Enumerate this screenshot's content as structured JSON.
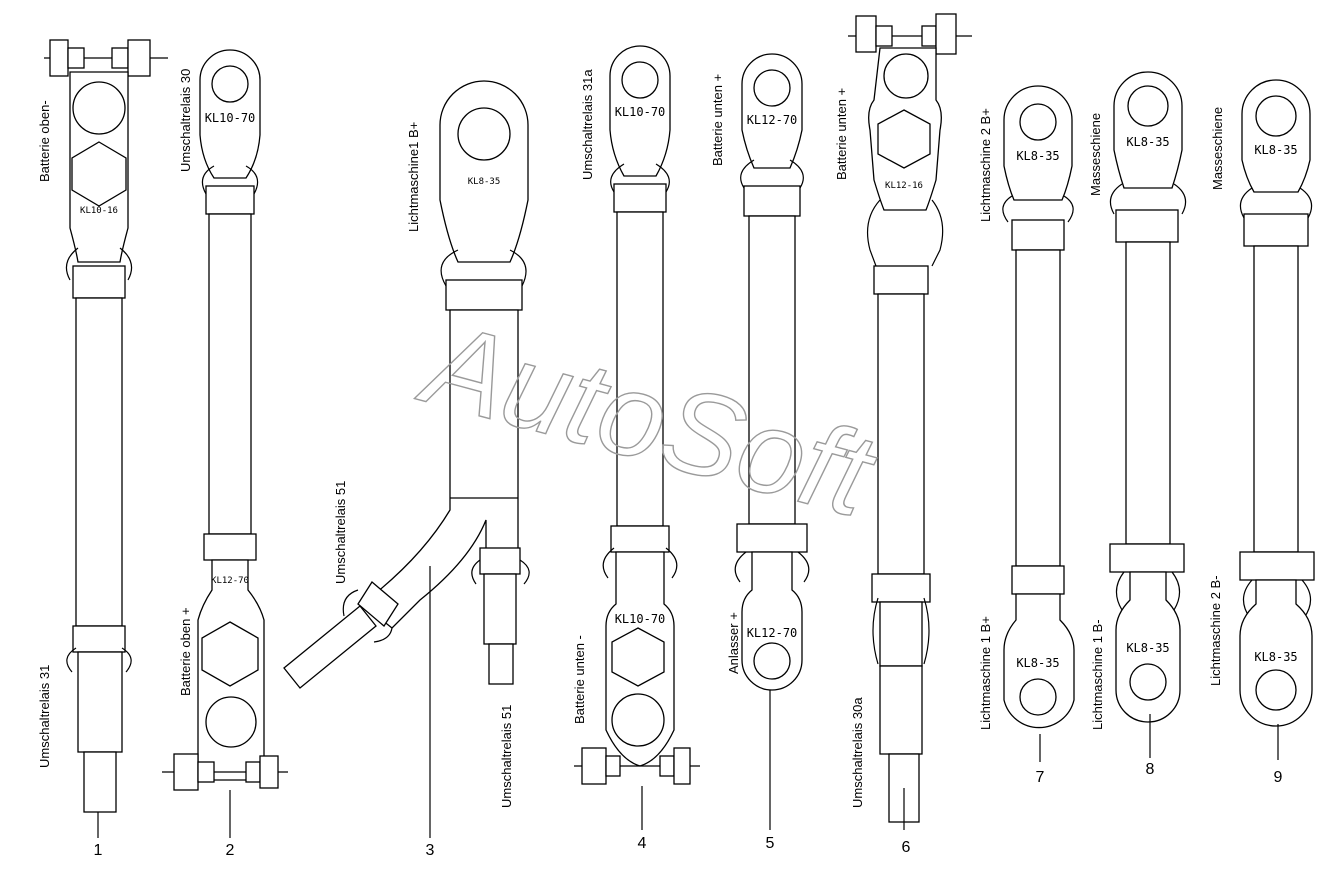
{
  "watermark": "AutoSoft",
  "cables": [
    {
      "number": "1",
      "top_label": "Batterie oben-",
      "top_code": "KL10-16",
      "bottom_label": "Umschaltrelais 31"
    },
    {
      "number": "2",
      "top_label": "Umschaltrelais 30",
      "top_code": "KL10-70",
      "bottom_label": "Batterie oben +",
      "bottom_code": "KL12-70"
    },
    {
      "number": "3",
      "top_label": "Lichtmaschine1 B+",
      "top_code": "KL8-35",
      "branch_label": "Umschaltrelais 51",
      "bottom_label": "Umschaltrelais 51"
    },
    {
      "number": "4",
      "top_label": "Umschaltrelais 31a",
      "top_code": "KL10-70",
      "bottom_label": "Batterie unten -",
      "bottom_code": "KL10-70"
    },
    {
      "number": "5",
      "top_label": "Batterie unten +",
      "top_code": "KL12-70",
      "bottom_label": "Anlasser +",
      "bottom_code": "KL12-70"
    },
    {
      "number": "6",
      "top_label": "Batterie unten +",
      "top_code": "KL12-16",
      "bottom_label": "Umschaltrelais 30a"
    },
    {
      "number": "7",
      "top_label": "Lichtmaschine 2 B+",
      "top_code": "KL8-35",
      "bottom_label": "Lichtmaschine 1 B+",
      "bottom_code": "KL8-35"
    },
    {
      "number": "8",
      "top_label": "Masseschiene",
      "top_code": "KL8-35",
      "bottom_label": "Lichtmaschine 1 B-",
      "bottom_code": "KL8-35"
    },
    {
      "number": "9",
      "top_label": "Masseschiene",
      "top_code": "KL8-35",
      "bottom_label": "Lichtmaschine 2 B-",
      "bottom_code": "KL8-35"
    }
  ]
}
